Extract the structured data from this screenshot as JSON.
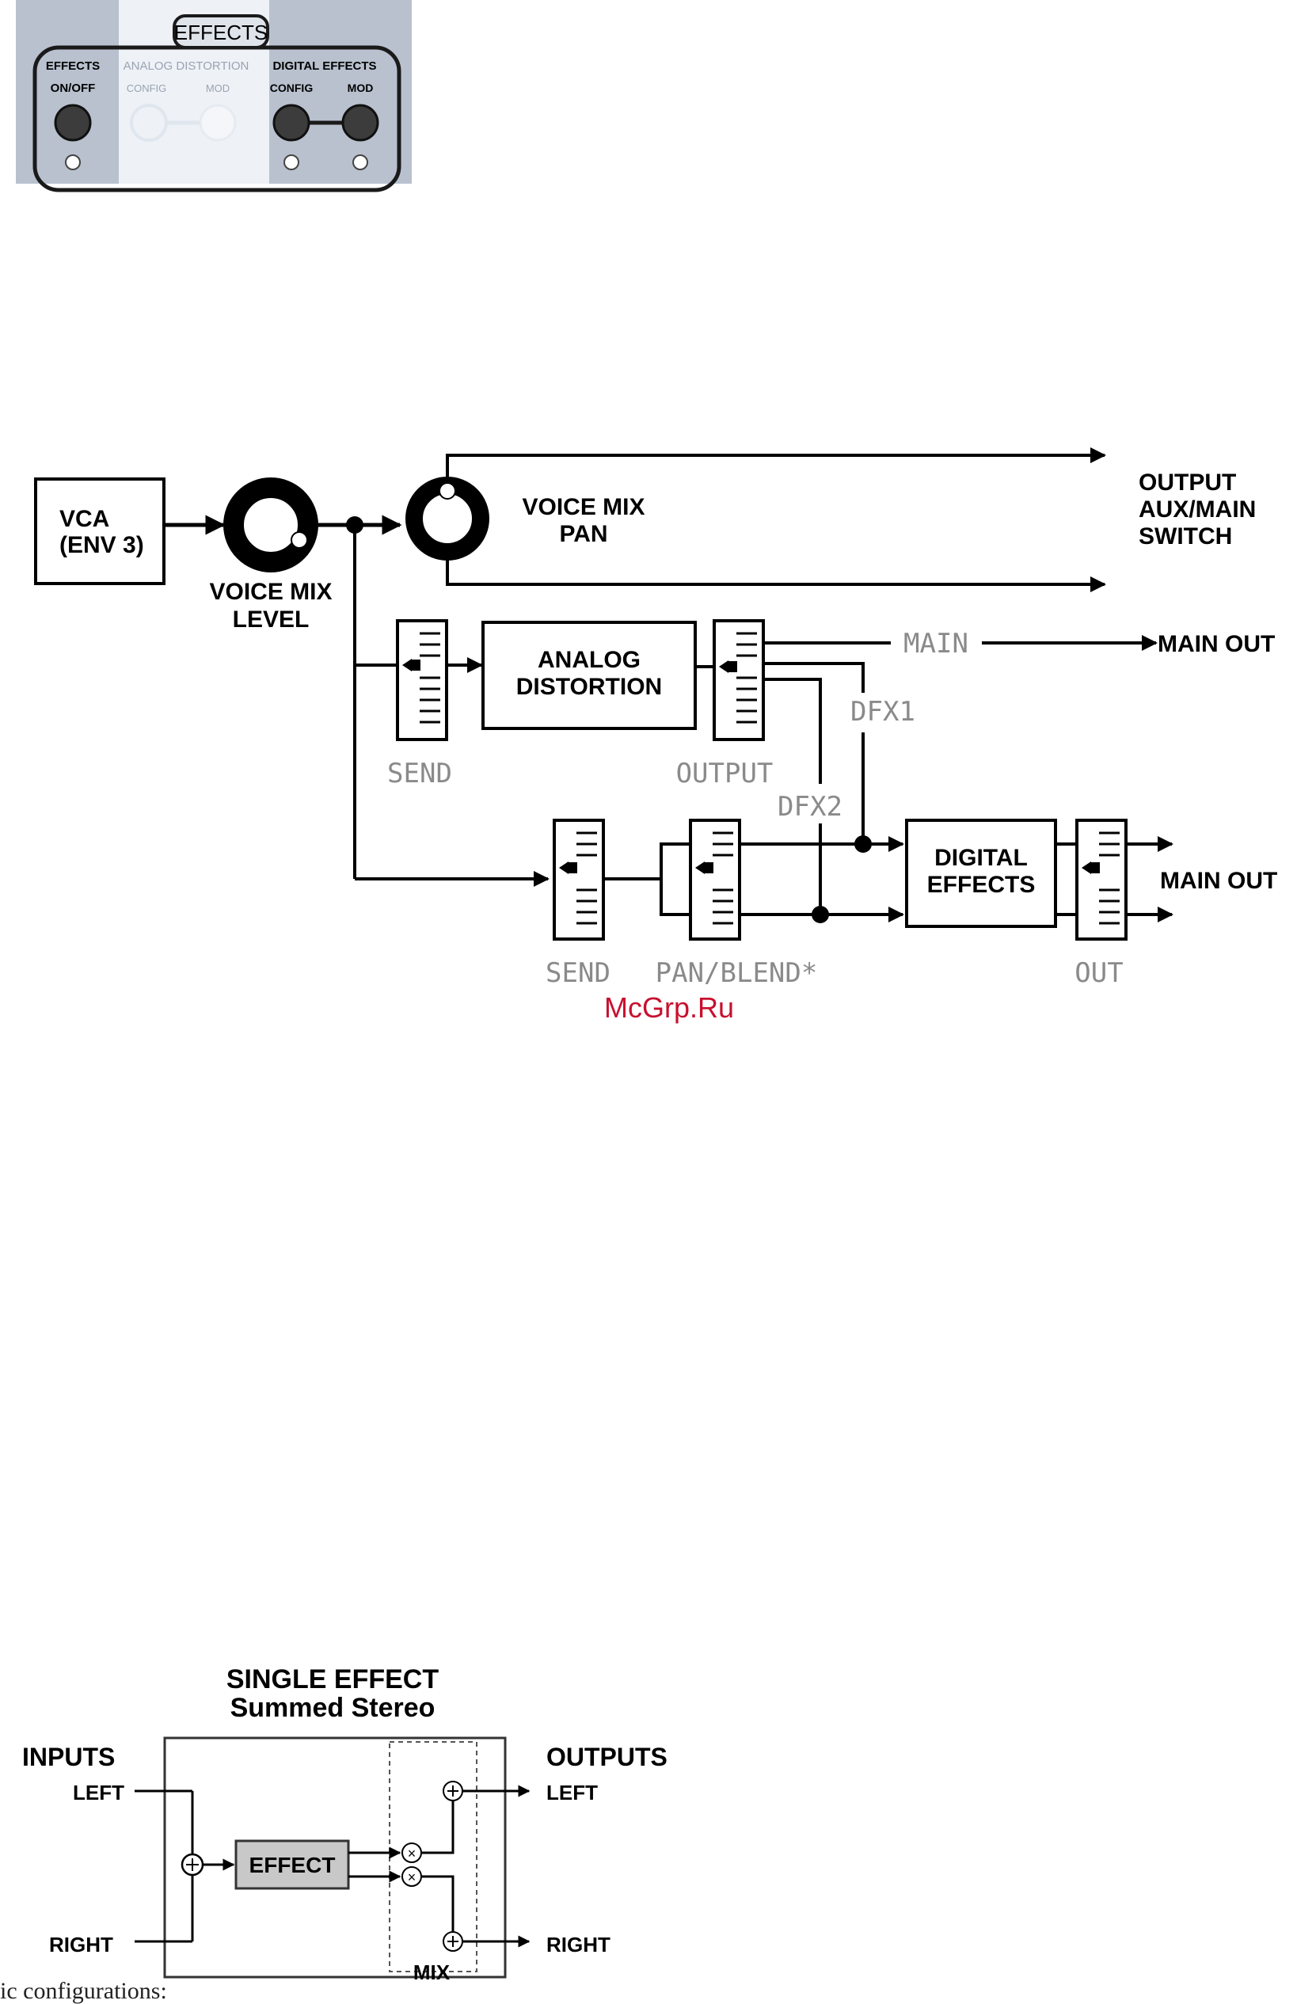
{
  "effects_panel": {
    "title": "EFFECTS",
    "effects_onoff": [
      "EFFECTS",
      "ON/OFF"
    ],
    "analog_header": "ANALOG DISTORTION",
    "analog_config": "CONFIG",
    "analog_mod": "MOD",
    "digital_header": "DIGITAL EFFECTS",
    "digital_config": "CONFIG",
    "digital_mod": "MOD",
    "colors": {
      "panel_bg": "#b9c1cf",
      "highlight": "#eef2f7",
      "button": "#3c3c3c"
    }
  },
  "signal_flow": {
    "vca": [
      "VCA",
      "(ENV 3)"
    ],
    "voice_mix_level": [
      "VOICE MIX",
      "LEVEL"
    ],
    "voice_mix_pan": [
      "VOICE MIX",
      "PAN"
    ],
    "output_switch": [
      "OUTPUT",
      "AUX/MAIN",
      "SWITCH"
    ],
    "analog_distortion": [
      "ANALOG",
      "DISTORTION"
    ],
    "send_1": "SEND",
    "output_fader": "OUTPUT",
    "main_route": "MAIN",
    "main_out_1": "MAIN OUT",
    "dfx1": "DFX1",
    "dfx2": "DFX2",
    "digital_effects": [
      "DIGITAL",
      "EFFECTS"
    ],
    "send_2": "SEND",
    "pan_blend": "PAN/BLEND*",
    "out_fader": "OUT",
    "main_out_2": "MAIN OUT",
    "watermark": "McGrp.Ru"
  },
  "single_effect": {
    "title": "SINGLE EFFECT",
    "subtitle": "Summed Stereo",
    "inputs": "INPUTS",
    "in_left": "LEFT",
    "in_right": "RIGHT",
    "effect": "EFFECT",
    "outputs": "OUTPUTS",
    "out_left": "LEFT",
    "out_right": "RIGHT",
    "mix": "MIX",
    "caption_fragment": "ic configurations:"
  }
}
